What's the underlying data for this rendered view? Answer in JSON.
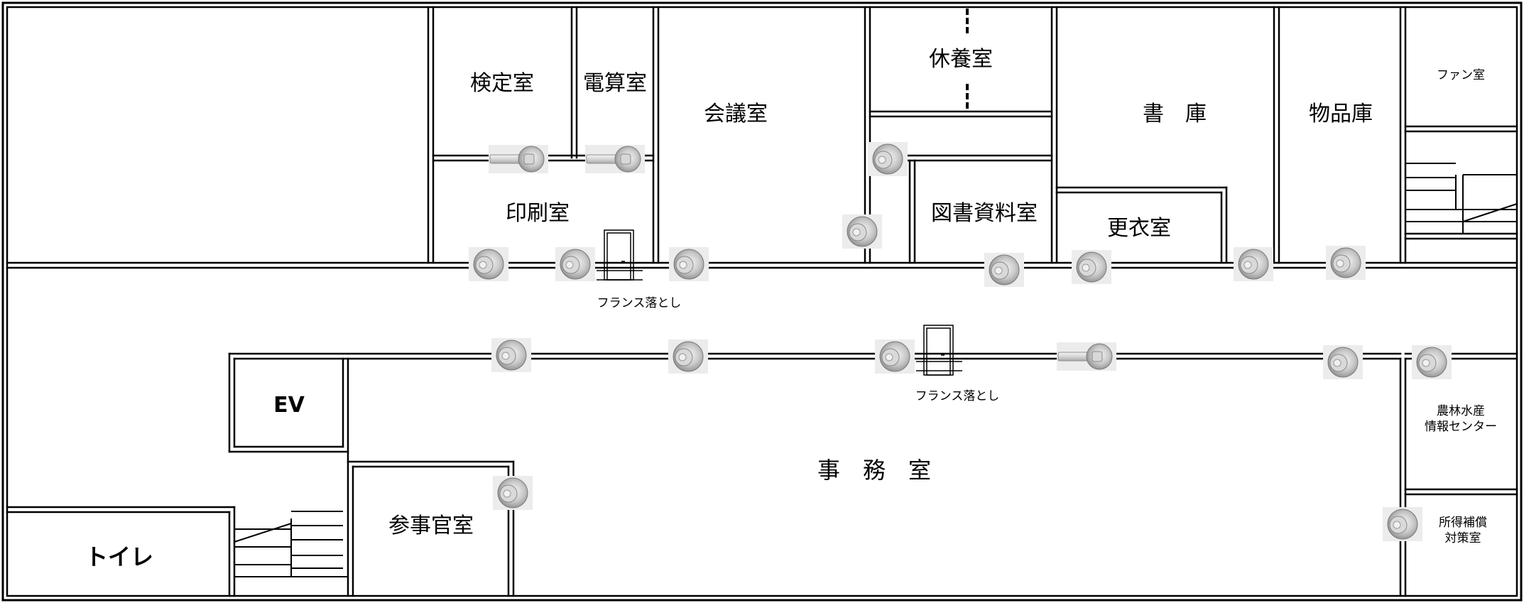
{
  "rooms": {
    "kentei": "検定室",
    "densan": "電算室",
    "kaigi": "会議室",
    "kyuyo": "休養室",
    "shoko": "書　庫",
    "buppin": "物品庫",
    "fan": "ファン室",
    "insatsu": "印刷室",
    "toshoshiryo": "図書資料室",
    "koui": "更衣室",
    "ev": "EV",
    "jimu": "事　務　室",
    "sanjikan": "参事官室",
    "toilet": "トイレ",
    "norin_line1": "農林水産",
    "norin_line2": "情報センター",
    "shotoku_line1": "所得補償",
    "shotoku_line2": "対策室"
  },
  "notes": {
    "french_door_1": "フランス落とし",
    "french_door_2": "フランス落とし"
  },
  "colors": {
    "wall": "#000000",
    "knob_light": "#e4e4e4",
    "knob_dark": "#9a9a9a",
    "knob_bg": "#e9e9e9"
  },
  "icons": {
    "door_knob": "round-door-knob-icon",
    "lever_handle": "lever-door-handle-icon",
    "french_door": "french-door-bolt-icon",
    "stairs": "stairs-icon"
  }
}
